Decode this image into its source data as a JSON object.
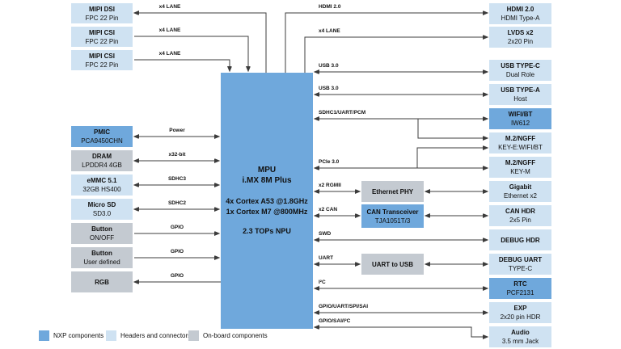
{
  "colors": {
    "nxp_blue": "#6FA8DC",
    "header_blue": "#CFE2F2",
    "onboard_gray": "#C4CAD1",
    "line_color": "#3C3C3C"
  },
  "mpu": {
    "title": "MPU",
    "name": "i.MX 8M Plus",
    "spec1": "4x Cortex A53 @1.8GHz",
    "spec2": "1x Cortex M7 @800MHz",
    "spec3": "2.3 TOPs NPU"
  },
  "left_blocks": [
    {
      "title": "MIPI DSI",
      "subtitle": "FPC 22 Pin"
    },
    {
      "title": "MIPI CSI",
      "subtitle": "FPC 22 Pin"
    },
    {
      "title": "MIPI CSI",
      "subtitle": "FPC 22 Pin"
    },
    {
      "title": "PMIC",
      "subtitle": "PCA9450CHN"
    },
    {
      "title": "DRAM",
      "subtitle": "LPDDR4 4GB"
    },
    {
      "title": "eMMC 5.1",
      "subtitle": "32GB HS400"
    },
    {
      "title": "Micro SD",
      "subtitle": "SD3.0"
    },
    {
      "title": "Button",
      "subtitle": "ON/OFF"
    },
    {
      "title": "Button",
      "subtitle": "User defined"
    },
    {
      "title": "RGB"
    }
  ],
  "middle_blocks": [
    {
      "title": "Ethernet PHY"
    },
    {
      "title": "CAN Transceiver",
      "subtitle": "TJA1051T/3"
    },
    {
      "title": "UART to USB"
    }
  ],
  "right_blocks": [
    {
      "title": "HDMI 2.0",
      "subtitle": "HDMI Type-A"
    },
    {
      "title": "LVDS x2",
      "subtitle": "2x20 Pin"
    },
    {
      "title": "USB TYPE-C",
      "subtitle": "Dual Role"
    },
    {
      "title": "USB TYPE-A",
      "subtitle": "Host"
    },
    {
      "title": "WIFI/BT",
      "subtitle": "IW612"
    },
    {
      "title": "M.2/NGFF",
      "subtitle": "KEY-E:WIFI/BT"
    },
    {
      "title": "M.2/NGFF",
      "subtitle": "KEY-M"
    },
    {
      "title": "Gigabit",
      "subtitle": "Ethernet x2"
    },
    {
      "title": "CAN HDR",
      "subtitle": "2x5 Pin"
    },
    {
      "title": "DEBUG HDR"
    },
    {
      "title": "DEBUG UART",
      "subtitle": "TYPE-C"
    },
    {
      "title": "RTC",
      "subtitle": "PCF2131"
    },
    {
      "title": "EXP",
      "subtitle": "2x20 pin HDR"
    },
    {
      "title": "Audio",
      "subtitle": "3.5 mm Jack"
    }
  ],
  "bus_labels": {
    "dsi": "x4 LANE",
    "csi1": "x4 LANE",
    "csi2": "x4 LANE",
    "power": "Power",
    "dram": "x32-bit",
    "emmc": "SDHC3",
    "sd": "SDHC2",
    "gpio1": "GPIO",
    "gpio2": "GPIO",
    "gpio3": "GPIO",
    "hdmi": "HDMI 2.0",
    "lvds": "x4 LANE",
    "usb1": "USB 3.0",
    "usb2": "USB 3.0",
    "wifi": "SDHC1/UART/PCM",
    "pcie": "PCIe 3.0",
    "rgmii": "x2 RGMII",
    "can": "x2 CAN",
    "swd": "SWD",
    "uart": "UART",
    "i2c": "I²C",
    "exp": "GPIO/UART/SPI/SAI",
    "audio": "GPIO/SAI/I²C"
  },
  "legend": [
    {
      "label": "NXP components"
    },
    {
      "label": "Headers and connectors"
    },
    {
      "label": "On-board components"
    }
  ]
}
